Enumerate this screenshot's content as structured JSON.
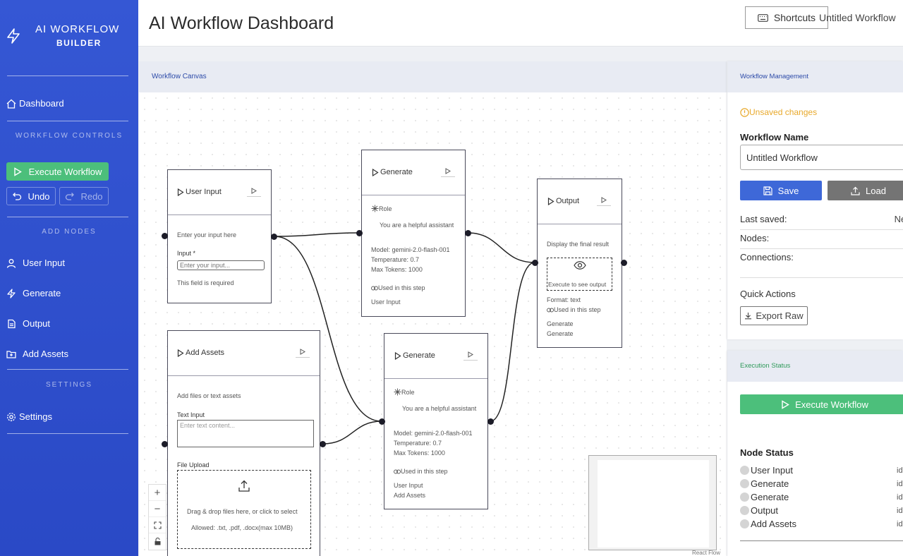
{
  "sidebar": {
    "brand_line1": "AI WORKFLOW",
    "brand_line2": "BUILDER",
    "dashboard": "Dashboard",
    "section_controls": "WORKFLOW CONTROLS",
    "execute": "Execute Workflow",
    "undo": "Undo",
    "redo": "Redo",
    "section_add_nodes": "ADD NODES",
    "add_nodes": [
      {
        "label": "User Input",
        "icon": "user-icon"
      },
      {
        "label": "Generate",
        "icon": "bolt-icon"
      },
      {
        "label": "Output",
        "icon": "output-icon"
      },
      {
        "label": "Add Assets",
        "icon": "folder-plus-icon"
      }
    ],
    "section_settings": "SETTINGS",
    "settings": "Settings"
  },
  "header": {
    "title": "AI Workflow Dashboard",
    "shortcuts": "Shortcuts",
    "workflow_name": "Untitled Workflow"
  },
  "canvas": {
    "title": "Workflow Canvas",
    "nodes": {
      "user_input": {
        "title": "User Input",
        "desc": "Enter your input here",
        "field_label": "Input *",
        "placeholder": "Enter your input...",
        "hint": "This field is required"
      },
      "generate1": {
        "title": "Generate",
        "role_label": "Role",
        "role": "You are a helpful assistant",
        "model": "Model: gemini-2.0-flash-001",
        "temperature": "Temperature: 0.7",
        "max_tokens": "Max Tokens: 1000",
        "used": "Used in this step",
        "inputs": [
          "User Input"
        ]
      },
      "output": {
        "title": "Output",
        "desc": "Display the final result",
        "execute_hint": "Execute to see output",
        "format": "Format: text",
        "used": "Used in this step",
        "inputs": [
          "Generate",
          "Generate"
        ]
      },
      "add_assets": {
        "title": "Add Assets",
        "desc": "Add files or text assets",
        "text_label": "Text Input",
        "text_placeholder": "Enter text content...",
        "file_label": "File Upload",
        "drop_text": "Drag & drop files here, or click to select",
        "allowed": "Allowed: .txt, .pdf, .docx(max 10MB)"
      },
      "generate2": {
        "title": "Generate",
        "role_label": "Role",
        "role": "You are a helpful assistant",
        "model": "Model: gemini-2.0-flash-001",
        "temperature": "Temperature: 0.7",
        "max_tokens": "Max Tokens: 1000",
        "used": "Used in this step",
        "inputs": [
          "User Input",
          "Add Assets"
        ]
      }
    },
    "attribution": "React Flow"
  },
  "management": {
    "title": "Workflow Management",
    "unsaved": "Unsaved changes",
    "name_label": "Workflow Name",
    "name_value": "Untitled Workflow",
    "save": "Save",
    "load": "Load",
    "last_saved_label": "Last saved:",
    "last_saved_value": "Neve",
    "nodes_label": "Nodes:",
    "connections_label": "Connections:",
    "quick_actions": "Quick Actions",
    "export_raw": "Export Raw"
  },
  "execution": {
    "title": "Execution Status",
    "execute": "Execute Workflow",
    "node_status_label": "Node Status",
    "nodes": [
      {
        "name": "User Input",
        "status": "id"
      },
      {
        "name": "Generate",
        "status": "id"
      },
      {
        "name": "Generate",
        "status": "id"
      },
      {
        "name": "Output",
        "status": "id"
      },
      {
        "name": "Add Assets",
        "status": "id"
      }
    ]
  },
  "colors": {
    "sidebar": "#2f52d0",
    "success": "#4cbf7b",
    "primary": "#3e68d8",
    "warning": "#e8a92c"
  }
}
